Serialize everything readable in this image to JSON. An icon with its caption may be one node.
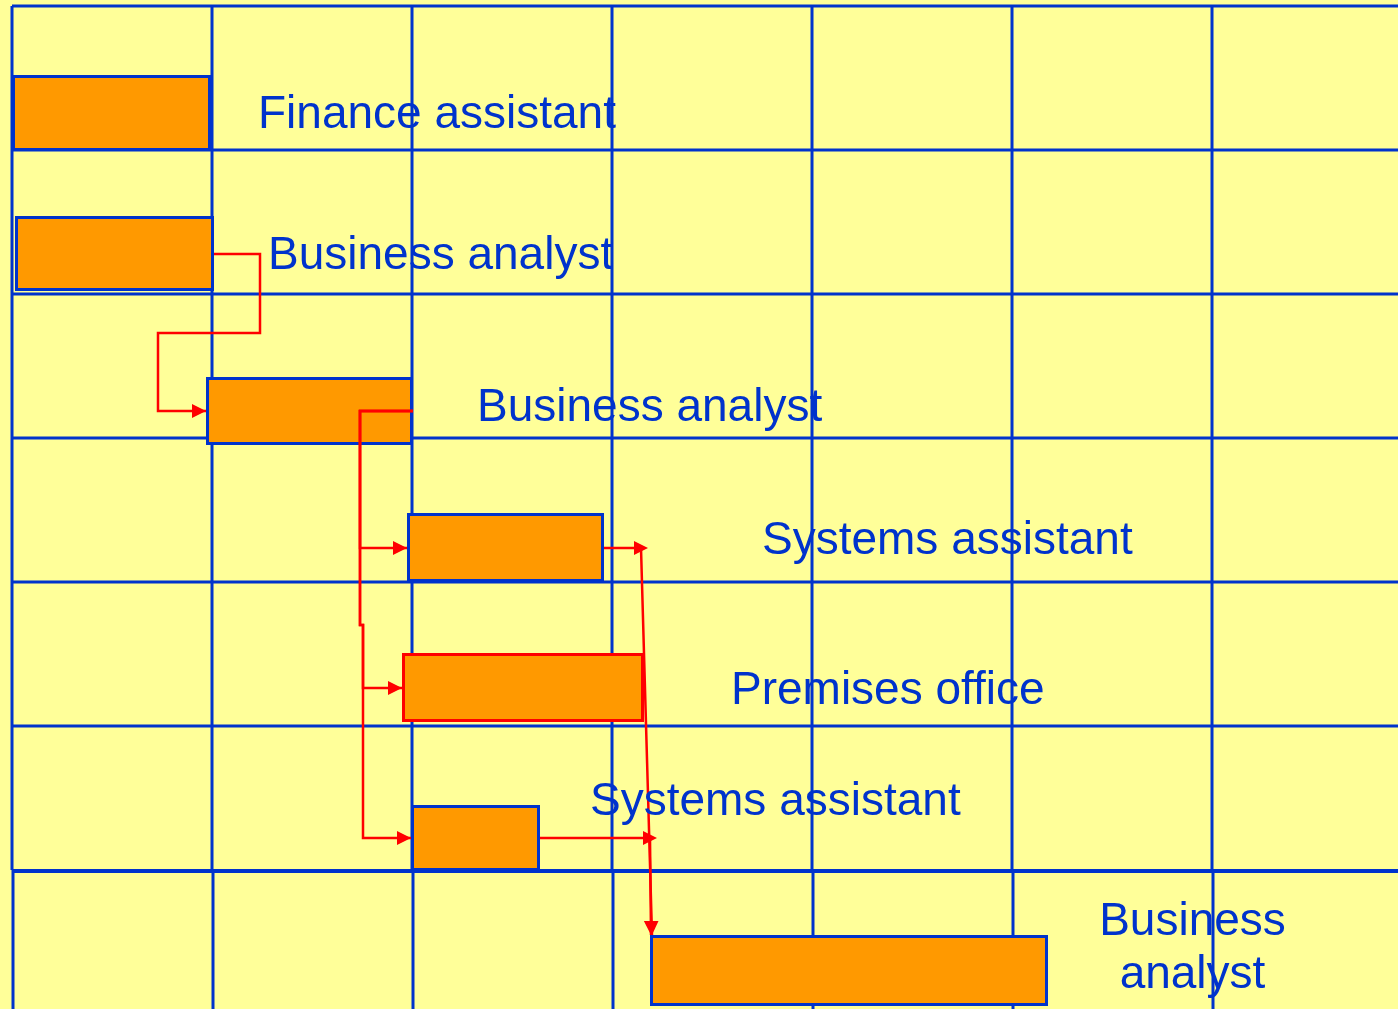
{
  "diagram": {
    "nodes": [
      {
        "text": [],
        "shape": "bar",
        "beside": [
          "Finance assistant"
        ]
      },
      {
        "text": [],
        "shape": "bar",
        "beside": [
          "Business analyst"
        ]
      },
      {
        "text": [],
        "shape": "bar",
        "beside": [
          "Business analyst"
        ]
      },
      {
        "text": [],
        "shape": "bar",
        "beside": [
          "Systems assistant"
        ]
      },
      {
        "text": [],
        "shape": "bar",
        "beside": [
          "Premises office"
        ]
      },
      {
        "text": [],
        "shape": "bar",
        "beside": [
          "Systems assistant"
        ]
      },
      {
        "text": [],
        "shape": "bar",
        "beside": [
          "Business analyst"
        ]
      }
    ],
    "edges": [
      {
        "from": 1,
        "to": 2,
        "arrow": "to"
      },
      {
        "from": 2,
        "to": 3,
        "arrow": "to"
      },
      {
        "from": 2,
        "to": 4,
        "arrow": "to"
      },
      {
        "from": 2,
        "to": 5,
        "arrow": "to"
      },
      {
        "from": 3,
        "to": 6,
        "arrow": "to"
      },
      {
        "from": 5,
        "to": 6,
        "arrow": "to"
      }
    ]
  }
}
